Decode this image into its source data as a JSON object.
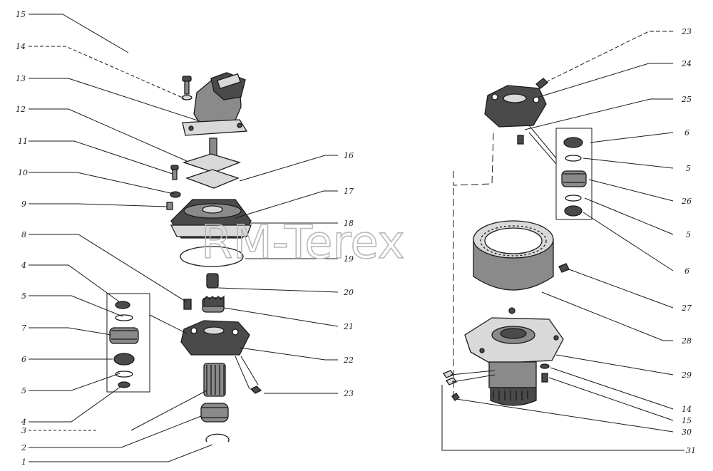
{
  "watermark": "RM-Terex",
  "left_labels": [
    "15",
    "14",
    "13",
    "12",
    "11",
    "10",
    "9",
    "8",
    "4",
    "5",
    "7",
    "6",
    "5",
    "4",
    "3",
    "2",
    "1"
  ],
  "center_labels": [
    "16",
    "17",
    "18",
    "19",
    "20",
    "21",
    "22",
    "23"
  ],
  "right_labels": [
    "23",
    "24",
    "25",
    "6",
    "5",
    "26",
    "5",
    "6",
    "27",
    "28",
    "29",
    "14",
    "15",
    "30",
    "31"
  ],
  "colors": {
    "ink": "#1a1a1a",
    "paper": "#ffffff",
    "watermark": "#b9b9b9"
  }
}
